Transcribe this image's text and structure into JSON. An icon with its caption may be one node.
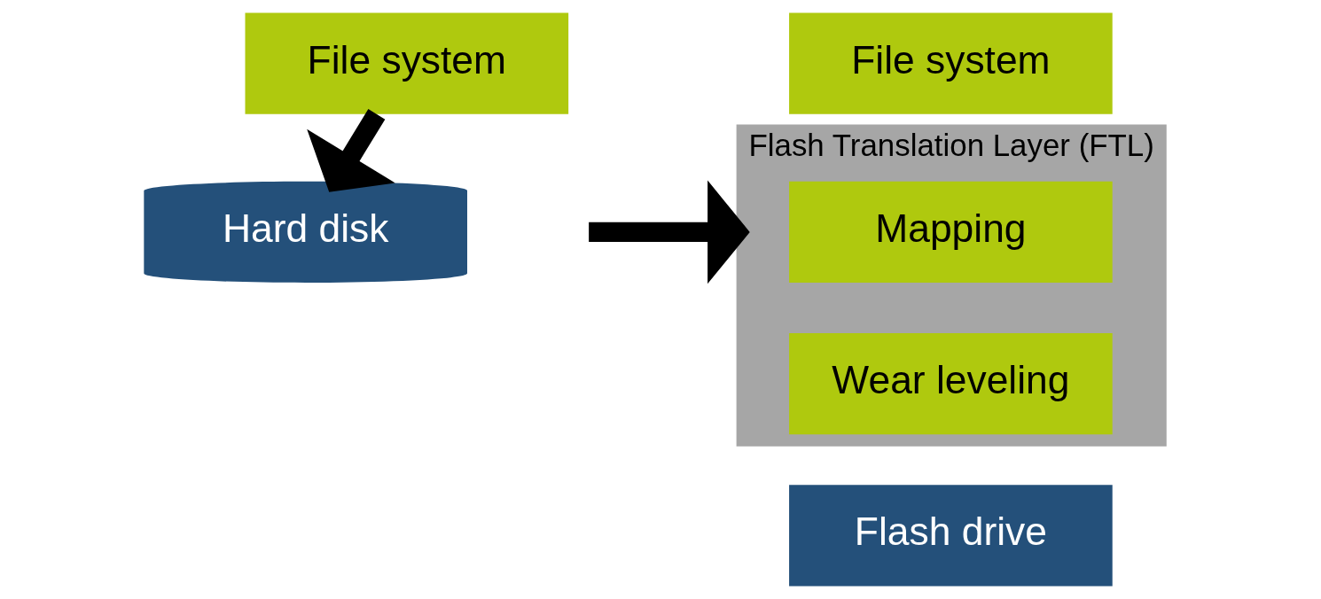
{
  "diagram": {
    "nodes": [
      {
        "text": [
          "File system"
        ]
      },
      {
        "text": [
          "Hard disk"
        ]
      },
      {
        "text": [
          "File system"
        ]
      },
      {
        "text": [
          "Flash Translation Layer (FTL)"
        ]
      },
      {
        "text": [
          "Mapping"
        ],
        "in": 3
      },
      {
        "text": [
          "Wear leveling"
        ],
        "in": 3
      },
      {
        "text": [
          "Flash drive"
        ]
      }
    ],
    "edges": [
      {
        "from": 0,
        "to": 1,
        "arrow": "to"
      },
      {
        "from": null,
        "to": 3,
        "arrow": "to"
      }
    ]
  }
}
